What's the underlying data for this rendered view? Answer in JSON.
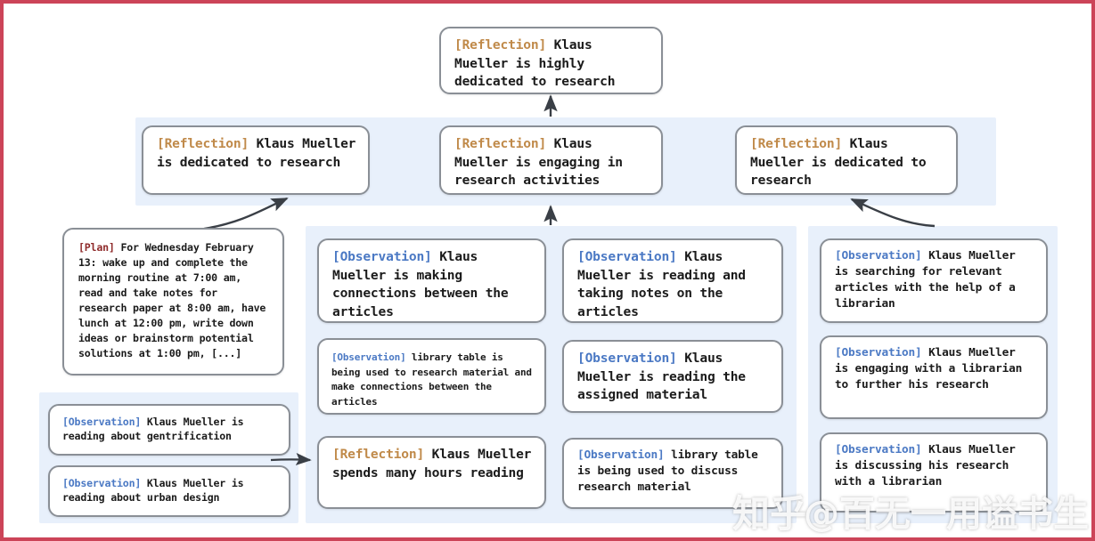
{
  "figure": {
    "title": "Reflection tree for Klaus Mueller memory stream",
    "border_color": "#cc4458",
    "panel_color": "#e8f0fb",
    "node_border_color": "#8a8f96",
    "tag_colors": {
      "reflection": "#c08a4a",
      "observation": "#4b79c4",
      "plan": "#8f2b2b"
    }
  },
  "root": {
    "tag": "[Reflection]",
    "text": " Klaus Mueller is highly dedicated to research"
  },
  "reflections": [
    {
      "tag": "[Reflection]",
      "text": " Klaus Mueller is dedicated to research"
    },
    {
      "tag": "[Reflection]",
      "text": " Klaus Mueller is engaging in research activities"
    },
    {
      "tag": "[Reflection]",
      "text": " Klaus Mueller is dedicated to research"
    }
  ],
  "plan": {
    "tag": "[Plan]",
    "text": " For Wednesday February 13: wake up and complete the morning routine at 7:00 am, read and take notes for research paper at 8:00 am, have lunch at 12:00 pm, write down ideas or brainstorm potential solutions at 1:00 pm, [...]"
  },
  "left_observations": [
    {
      "tag": "[Observation]",
      "text": " Klaus Mueller is reading about gentrification"
    },
    {
      "tag": "[Observation]",
      "text": " Klaus Mueller is reading about urban design"
    }
  ],
  "column_a": [
    {
      "tag": "[Observation]",
      "text": " Klaus Mueller is making connections between the articles"
    },
    {
      "tag": "[Observation]",
      "text": " library table is being used to research material and make connections between the articles"
    },
    {
      "tag": "[Reflection]",
      "text": " Klaus Mueller spends many hours reading"
    }
  ],
  "column_b": [
    {
      "tag": "[Observation]",
      "text": " Klaus Mueller is reading and taking notes on the articles"
    },
    {
      "tag": "[Observation]",
      "text": " Klaus Mueller is reading the assigned material"
    },
    {
      "tag": "[Observation]",
      "text": " library table is being used to discuss research material"
    }
  ],
  "column_c": [
    {
      "tag": "[Observation]",
      "text": " Klaus Mueller is searching for relevant articles with the help of a librarian"
    },
    {
      "tag": "[Observation]",
      "text": " Klaus Mueller is engaging with a librarian to further his research"
    },
    {
      "tag": "[Observation]",
      "text": " Klaus Mueller is discussing his research with a librarian"
    }
  ],
  "watermark": {
    "brand": "知乎",
    "handle": "@百无一用谥书生"
  }
}
